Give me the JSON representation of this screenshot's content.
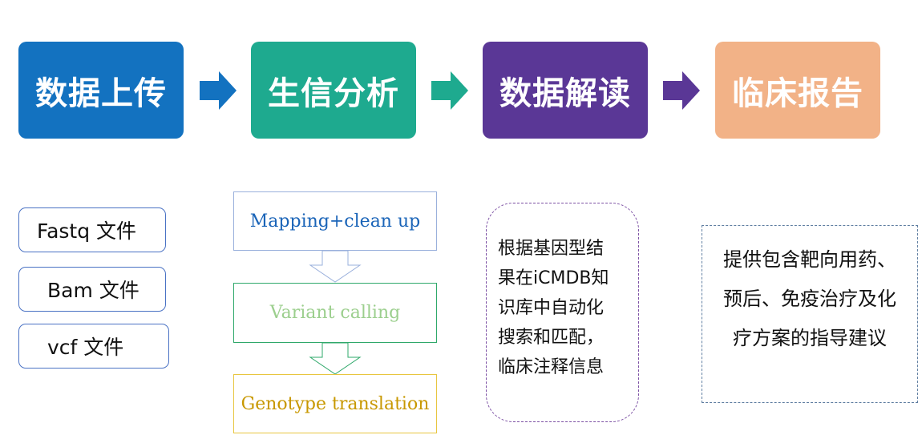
{
  "stages": [
    {
      "label": "数据上传",
      "color": "#1372C0"
    },
    {
      "label": "生信分析",
      "color": "#1EAA8F"
    },
    {
      "label": "数据解读",
      "color": "#5A3796"
    },
    {
      "label": "临床报告",
      "color": "#F2B287"
    }
  ],
  "upload": {
    "files": [
      "Fastq 文件",
      "Bam 文件",
      "vcf 文件"
    ]
  },
  "analysis": {
    "steps": [
      "Mapping+clean up",
      "Variant calling",
      "Genotype translation"
    ]
  },
  "interpretation": {
    "lines": [
      "根据基因型结",
      "果在iCMDB知",
      "识库中自动化",
      "搜索和匹配，",
      "临床注释信息"
    ]
  },
  "report": {
    "lines": [
      "提供包含靶向用药、",
      "预后、免疫治疗及化",
      "疗方案的指导建议"
    ]
  }
}
